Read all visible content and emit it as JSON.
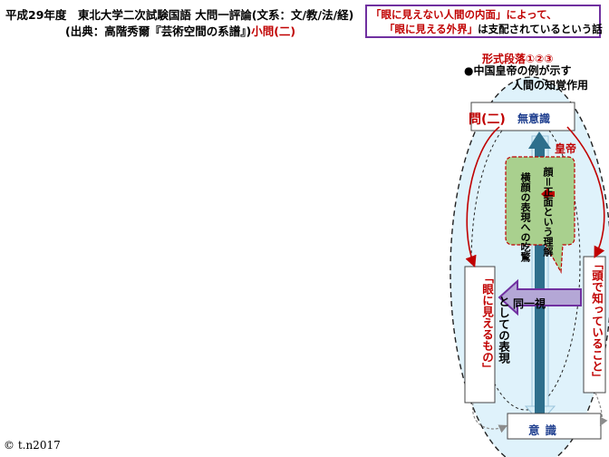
{
  "header": {
    "line1": "平成29年度　東北大学二次試験国語 大問一評論(文系：文/教/法/経)",
    "line2_source": "(出典：高階秀爾『芸術空間の系譜』)",
    "line2_question": "小問(二)"
  },
  "theme_box": {
    "line1": "「眼に見えない人間の内面」によって、",
    "line2_red": "「眼に見える外界」",
    "line2_rest": "は支配されているという話"
  },
  "diagram": {
    "paragraph_label": "形式段落①②③",
    "example_line1": "●中国皇帝の例が示す",
    "example_line2": "人間の知覚作用",
    "question_label": "問(二)",
    "unconscious_label": "無意識",
    "emperor_label": "皇帝",
    "understanding_label": "顔＝正面という理解",
    "expression_label": "横顔の表現への吃驚",
    "visible_label": "「眼に見えるもの」",
    "representation_label": "としての表現",
    "known_label": "「頭で知っていること」",
    "same_view_label": "同一視",
    "conscious_label": "意識",
    "colors": {
      "red": "#c00000",
      "navy": "#1f3f8f",
      "teal": "#2e6f8c",
      "green": "#a9d08e",
      "purple": "#7030a0",
      "lavender": "#b4a7d6",
      "ellipse_fill": "#dff2fb"
    }
  },
  "footer": {
    "copyright": "© t.n2017"
  }
}
